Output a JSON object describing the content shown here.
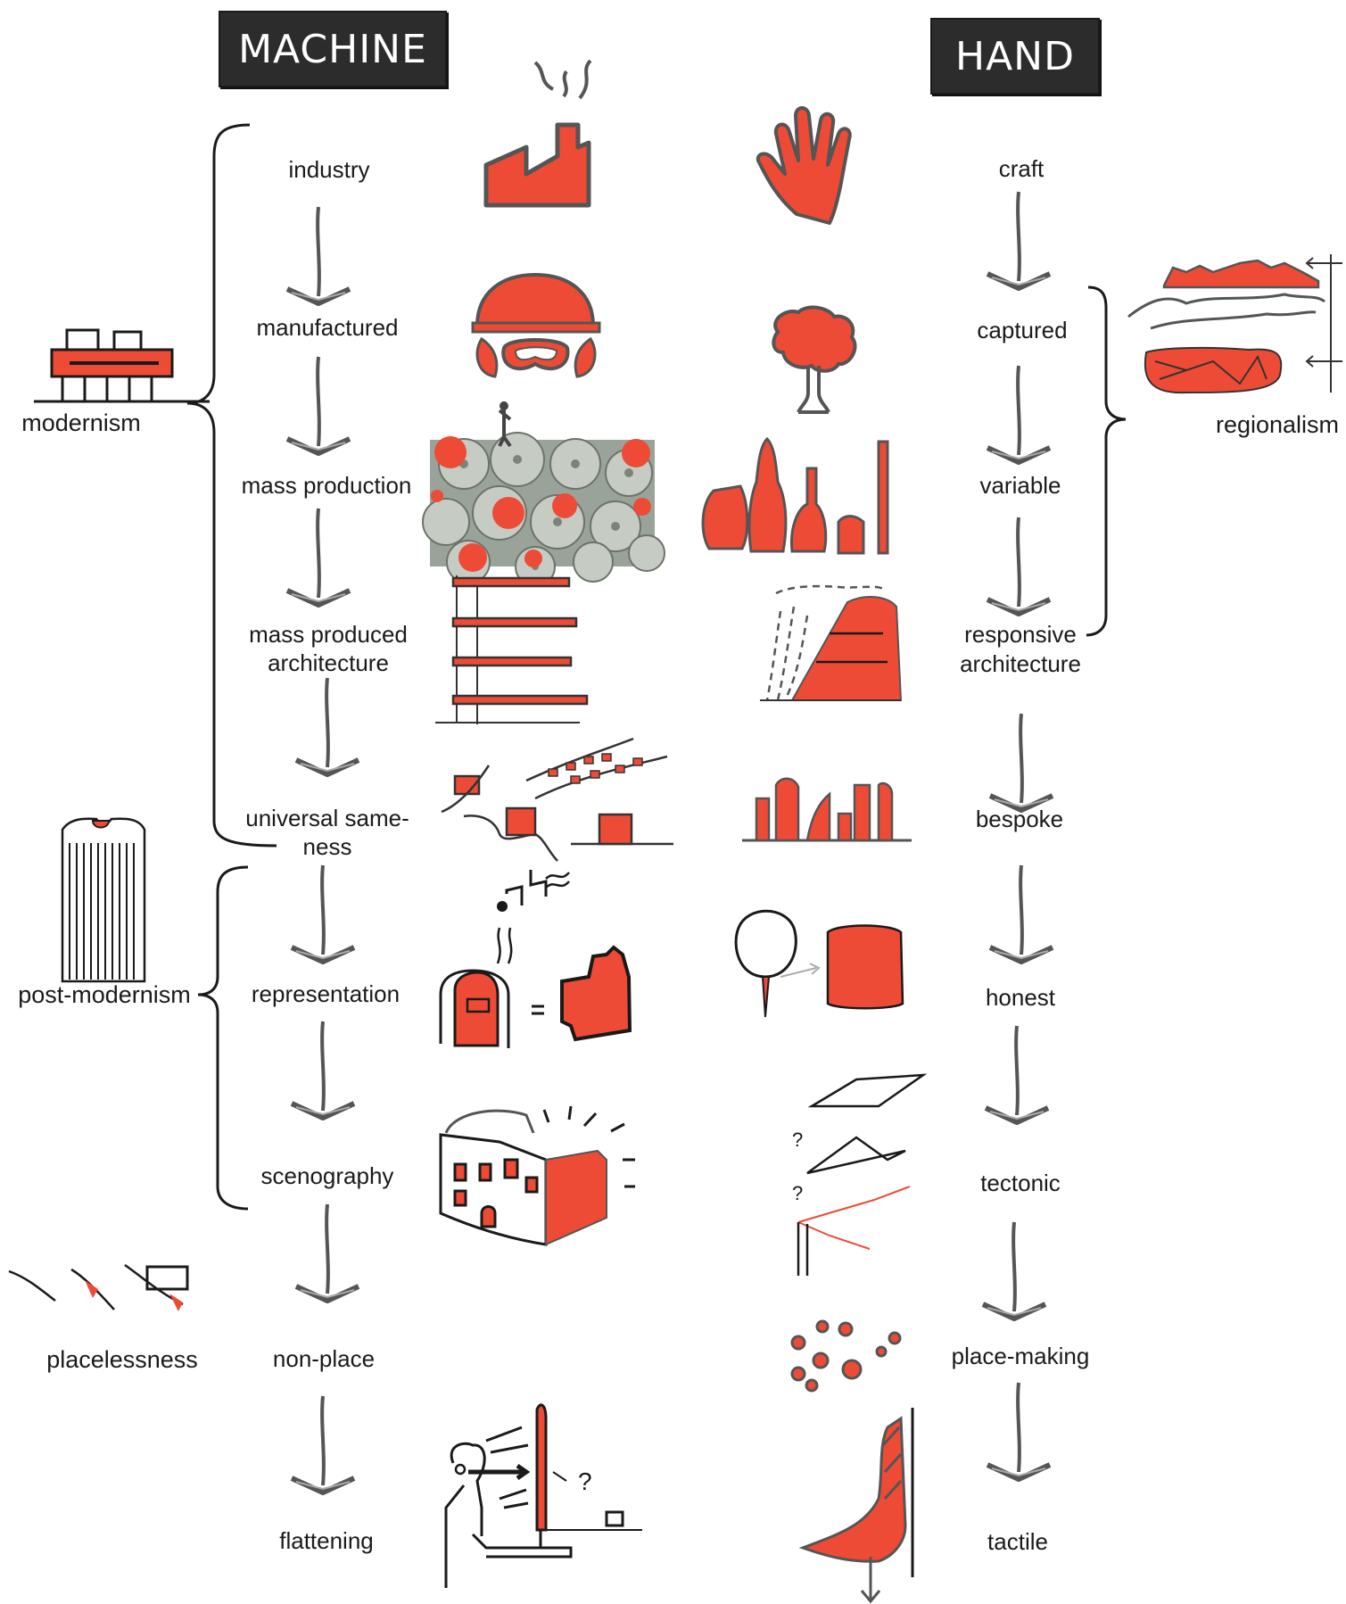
{
  "headers": {
    "machine": "MACHINE",
    "hand": "HAND"
  },
  "machine_steps": [
    "industry",
    "manufactured",
    "mass production",
    "mass produced architecture",
    "universal sameness",
    "representation",
    "scenography",
    "non-place",
    "flattening"
  ],
  "machine_steps_display": {
    "mass_produced_1": "mass produced",
    "mass_produced_2": "architecture",
    "sameness_1": "universal same-",
    "sameness_2": "ness"
  },
  "hand_steps": [
    "craft",
    "captured",
    "variable",
    "responsive architecture",
    "bespoke",
    "honest",
    "tectonic",
    "place-making",
    "tactile"
  ],
  "hand_steps_display": {
    "responsive_1": "responsive",
    "responsive_2": "architecture"
  },
  "groups": {
    "modernism": "modernism",
    "post_modernism": "post-modernism",
    "placelessness": "placelessness",
    "regionalism": "regionalism"
  },
  "sketch_marks": [
    "?",
    "?",
    "?"
  ],
  "colors": {
    "accent": "#ee4b36",
    "ink": "#1a1a1a",
    "pencil": "#555555",
    "header_bg": "#2c2c2c"
  }
}
